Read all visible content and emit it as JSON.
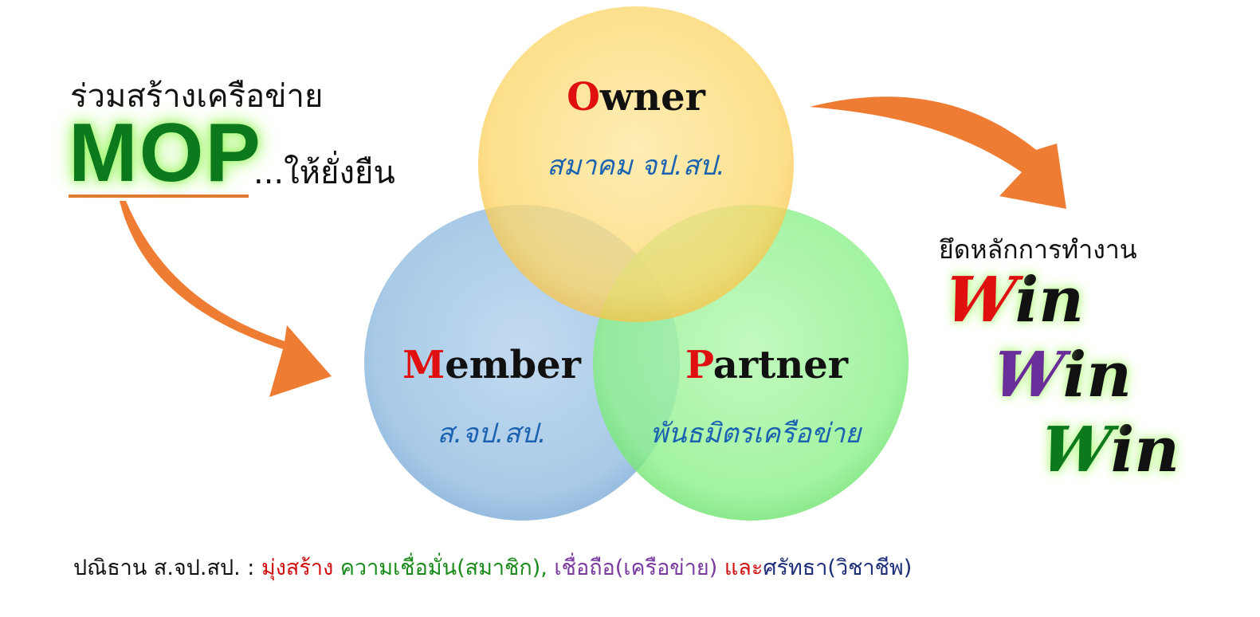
{
  "left": {
    "tagline_top": "ร่วมสร้างเครือข่าย",
    "mop": "MOP",
    "tagline_suffix": "...ให้ยั่งยืน"
  },
  "circles": {
    "owner": {
      "first": "O",
      "rest": "wner",
      "subtitle": "สมาคม จป.สป.",
      "fill": "#fcd66a"
    },
    "member": {
      "first": "M",
      "rest": "ember",
      "subtitle": "ส.จป.สป.",
      "fill": "#9ec4e4"
    },
    "partner": {
      "first": "P",
      "rest": "artner",
      "subtitle": "พันธมิตรเครือข่าย",
      "fill": "#8ef08e"
    }
  },
  "right": {
    "caption": "ยึดหลักการทำงาน",
    "win1": {
      "first": "W",
      "rest": "in",
      "color": "#e01010"
    },
    "win2": {
      "first": "W",
      "rest": "in",
      "color": "#6a2e9a"
    },
    "win3": {
      "first": "W",
      "rest": "in",
      "color": "#0c7a1c"
    }
  },
  "footer": {
    "label": "ปณิธาน ส.จป.สป. :",
    "part1": "มุ่งสร้าง",
    "part2": "ความเชื่อมั่น(สมาชิก),",
    "part3": "เชื่อถือ(เครือข่าย)",
    "part4": "และ",
    "part5": "ศรัทธา(วิชาชีพ)"
  },
  "colors": {
    "arrow": "#ee7c33",
    "accent_red": "#e01010",
    "text_blue": "#1b63b0",
    "footer_red": "#d11010",
    "footer_green": "#1a8a1a",
    "footer_purple": "#7a3aa0",
    "footer_navy": "#1f2f7a"
  }
}
